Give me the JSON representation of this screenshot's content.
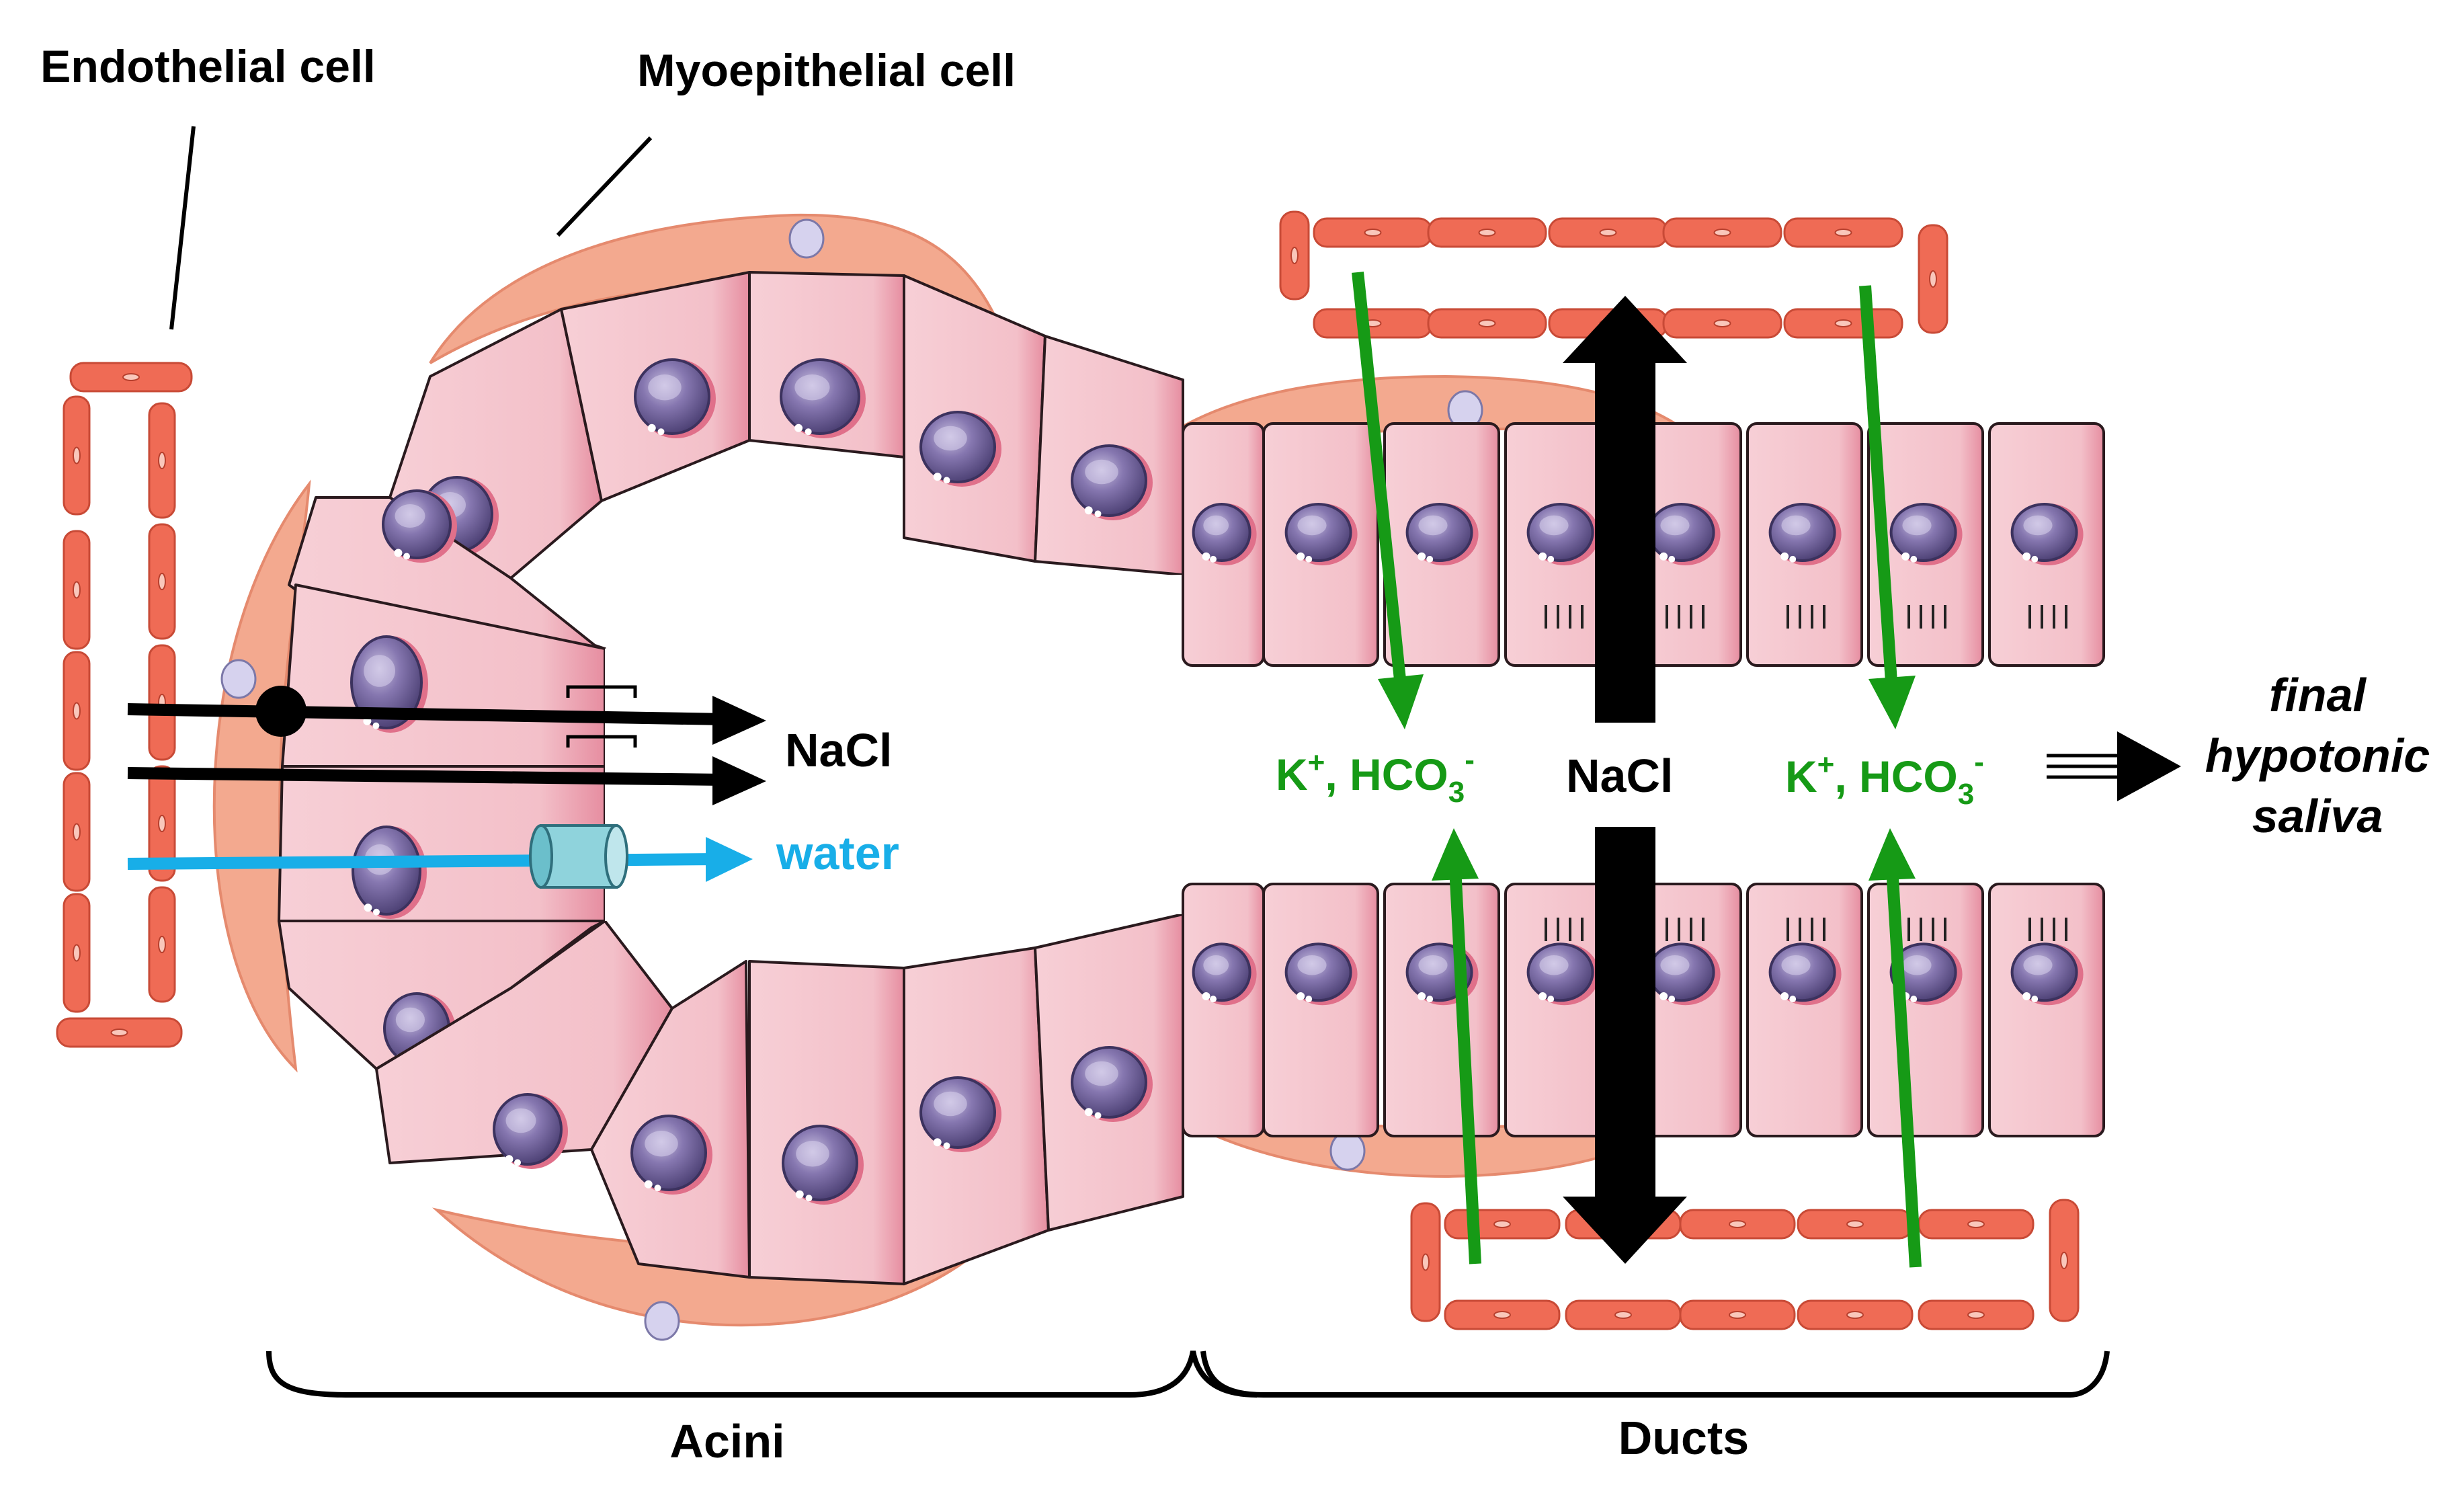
{
  "labels": {
    "endothelial_cell": "Endothelial cell",
    "myoepithelial_cell": "Myoepithelial cell",
    "nacl_acini": "NaCl",
    "water": "water",
    "k_hco3_left": {
      "k": "K",
      "plus": "+",
      "comma": ", HCO",
      "sub": "3",
      "minus": "-"
    },
    "nacl_ducts": "NaCl",
    "k_hco3_right": {
      "k": "K",
      "plus": "+",
      "comma": ", HCO",
      "sub": "3",
      "minus": "-"
    },
    "final_line1": "final",
    "final_line2": "hypotonic",
    "final_line3": "saliva",
    "acini": "Acini",
    "ducts": "Ducts"
  },
  "colors": {
    "cell_fill": "#f5c6cd",
    "cell_edge": "#e07d92",
    "nucleus": "#7e6fa6",
    "nucleus_light": "#b3a8d0",
    "myo": "#f3a98f",
    "endo": "#ef6b55",
    "endo_nuc": "#f9c7bb",
    "green": "#169a16",
    "blue": "#18aee8"
  }
}
